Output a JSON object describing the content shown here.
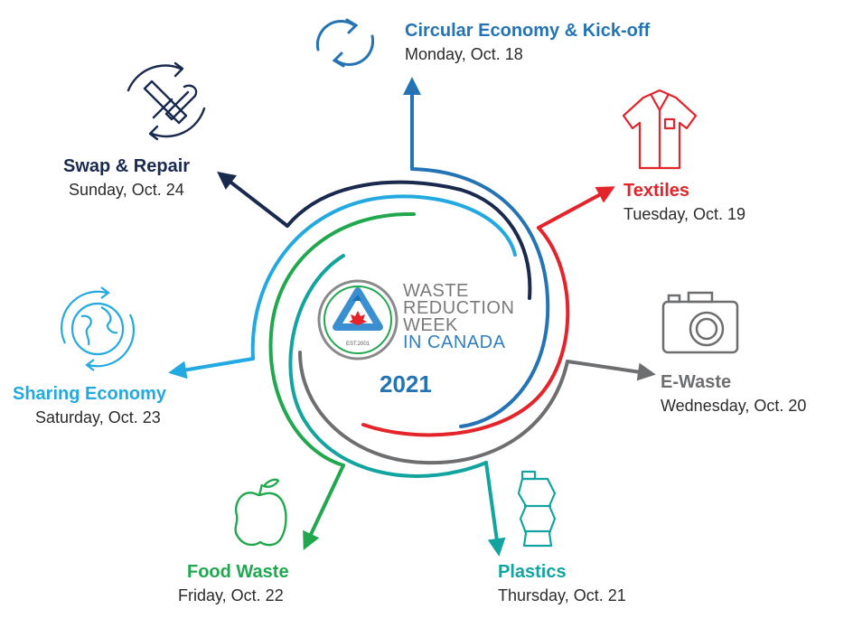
{
  "logo": {
    "line1": "WASTE",
    "line2": "REDUCTION",
    "line3": "WEEK",
    "line4": "IN CANADA",
    "est": "EST.2001",
    "year": "2021"
  },
  "themes": [
    {
      "title": "Circular Economy & Kick-off",
      "date": "Monday, Oct. 18",
      "color": "#2474b5",
      "icon": "refresh-cycle-icon"
    },
    {
      "title": "Textiles",
      "date": "Tuesday, Oct. 19",
      "color": "#e3242b",
      "icon": "shirt-icon"
    },
    {
      "title": "E-Waste",
      "date": "Wednesday, Oct. 20",
      "color": "#6d6e70",
      "icon": "camera-icon"
    },
    {
      "title": "Plastics",
      "date": "Thursday, Oct. 21",
      "color": "#14a4a0",
      "icon": "bottle-icon"
    },
    {
      "title": "Food Waste",
      "date": "Friday, Oct. 22",
      "color": "#21a84f",
      "icon": "apple-icon"
    },
    {
      "title": "Sharing Economy",
      "date": "Saturday, Oct. 23",
      "color": "#23a9e1",
      "icon": "globe-icon"
    },
    {
      "title": "Swap & Repair",
      "date": "Sunday, Oct. 24",
      "color": "#1a2a4f",
      "icon": "tools-icon"
    }
  ]
}
